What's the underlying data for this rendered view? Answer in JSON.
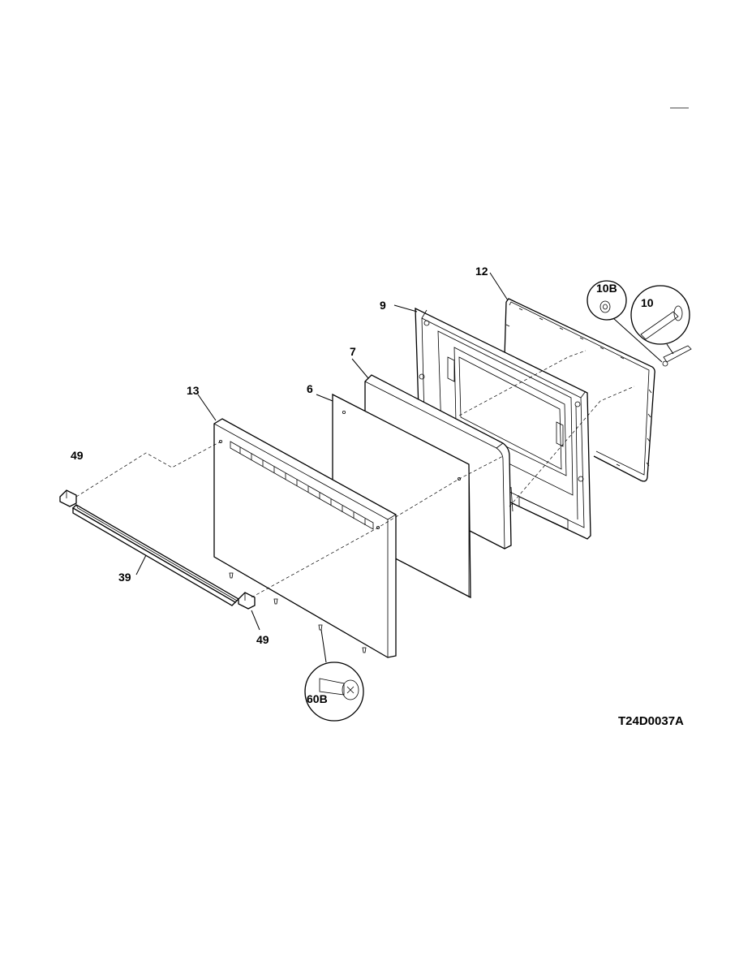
{
  "diagram": {
    "drawing_number": "T24D0037A",
    "parts": [
      {
        "id": "p12",
        "label": "12"
      },
      {
        "id": "p9",
        "label": "9"
      },
      {
        "id": "p10b",
        "label": "10B"
      },
      {
        "id": "p10",
        "label": "10"
      },
      {
        "id": "p7",
        "label": "7"
      },
      {
        "id": "p6",
        "label": "6"
      },
      {
        "id": "p13",
        "label": "13"
      },
      {
        "id": "p49a",
        "label": "49"
      },
      {
        "id": "p39",
        "label": "39"
      },
      {
        "id": "p49b",
        "label": "49"
      },
      {
        "id": "p60b",
        "label": "60B"
      }
    ]
  }
}
